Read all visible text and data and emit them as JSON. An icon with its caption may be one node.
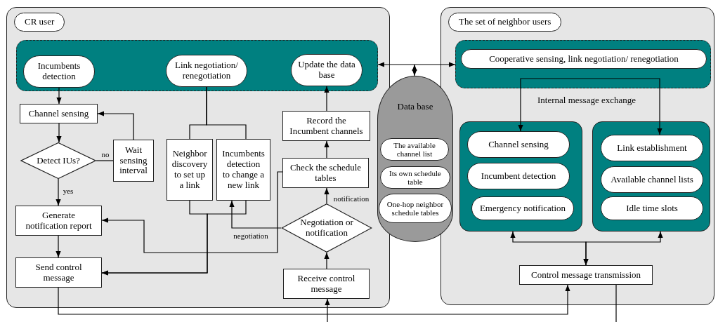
{
  "diagram": {
    "nodes": [
      {
        "text": [
          "CR user"
        ]
      },
      {
        "text": [],
        "shape": "box",
        "in": 0
      },
      {
        "text": [
          "Incumbents detection"
        ],
        "in": 1
      },
      {
        "text": [
          "Link negotiation/ renegotiation"
        ],
        "in": 1
      },
      {
        "text": [
          "Update the data base"
        ],
        "in": 1
      },
      {
        "text": [
          "Channel sensing"
        ],
        "in": 0
      },
      {
        "text": [
          "Detect IUs?"
        ],
        "in": 0
      },
      {
        "text": [
          "Wait sensing interval"
        ],
        "in": 0
      },
      {
        "text": [
          "Neighbor discovery to set up a link"
        ],
        "in": 0
      },
      {
        "text": [
          "Incumbents detection to change a new link"
        ],
        "in": 0
      },
      {
        "text": [
          "Generate notification report"
        ],
        "in": 0
      },
      {
        "text": [
          "Send control message"
        ],
        "in": 0
      },
      {
        "text": [
          "Record the Incumbent channels"
        ],
        "in": 0
      },
      {
        "text": [
          "Check the schedule tables"
        ],
        "in": 0
      },
      {
        "text": [
          "Negotiation or notification"
        ],
        "in": 0
      },
      {
        "text": [
          "Receive control message"
        ],
        "in": 0
      },
      {
        "text": [
          "Data base"
        ]
      },
      {
        "text": [
          "The available channel list"
        ],
        "in": 16
      },
      {
        "text": [
          "Its own schedule table"
        ],
        "in": 16
      },
      {
        "text": [
          "One-hop neighbor schedule tables"
        ],
        "in": 16
      },
      {
        "text": [
          "The set of neighbor users"
        ]
      },
      {
        "text": [],
        "shape": "box",
        "in": 20
      },
      {
        "text": [
          "Cooperative sensing, link negotiation/ renegotiation"
        ],
        "in": 21
      },
      {
        "text": [],
        "shape": "box",
        "in": 20
      },
      {
        "text": [
          "Channel sensing"
        ],
        "in": 23
      },
      {
        "text": [
          "Incumbent detection"
        ],
        "in": 23
      },
      {
        "text": [
          "Emergency notification"
        ],
        "in": 23
      },
      {
        "text": [],
        "shape": "box",
        "in": 20
      },
      {
        "text": [
          "Link establishment"
        ],
        "in": 27
      },
      {
        "text": [
          "Available channel lists"
        ],
        "in": 27
      },
      {
        "text": [
          "Idle time slots"
        ],
        "in": 27
      },
      {
        "text": [
          "Control message transmission"
        ],
        "in": 20
      }
    ],
    "edges": [
      {
        "from": 2,
        "to": 5,
        "arrow": "to"
      },
      {
        "from": 5,
        "to": 6,
        "arrow": "to"
      },
      {
        "from": 6,
        "to": 7,
        "arrow": "none",
        "label": "no"
      },
      {
        "from": 7,
        "to": 5,
        "arrow": "to"
      },
      {
        "from": 6,
        "to": 10,
        "arrow": "to",
        "label": "yes"
      },
      {
        "from": 10,
        "to": 11,
        "arrow": "to"
      },
      {
        "from": 3,
        "to": 8,
        "arrow": "none"
      },
      {
        "from": 3,
        "to": 9,
        "arrow": "none"
      },
      {
        "from": 8,
        "to": 11,
        "arrow": "to"
      },
      {
        "from": 9,
        "to": 11,
        "arrow": "to"
      },
      {
        "from": 14,
        "to": 9,
        "arrow": "to",
        "label": "negotiation"
      },
      {
        "from": 13,
        "to": 10,
        "arrow": "to"
      },
      {
        "from": 14,
        "to": 13,
        "arrow": "to",
        "label": "notification"
      },
      {
        "from": 15,
        "to": 14,
        "arrow": "to"
      },
      {
        "from": 13,
        "to": 12,
        "arrow": "to"
      },
      {
        "from": 12,
        "to": 4,
        "arrow": "to"
      },
      {
        "from": 11,
        "to": 31,
        "arrow": "to"
      },
      {
        "from": 31,
        "to": null,
        "arrow": "none"
      },
      {
        "from": null,
        "to": 15,
        "arrow": "to"
      },
      {
        "from": 1,
        "to": 21,
        "arrow": "both"
      },
      {
        "from": null,
        "to": 16,
        "arrow": "both"
      },
      {
        "from": 21,
        "to": 24,
        "arrow": "to"
      },
      {
        "from": 21,
        "to": 28,
        "arrow": "to"
      },
      {
        "from": 23,
        "to": 31,
        "arrow": "both"
      },
      {
        "from": 27,
        "to": 31,
        "arrow": "both"
      }
    ],
    "labels": [
      "Internal message exchange"
    ]
  }
}
